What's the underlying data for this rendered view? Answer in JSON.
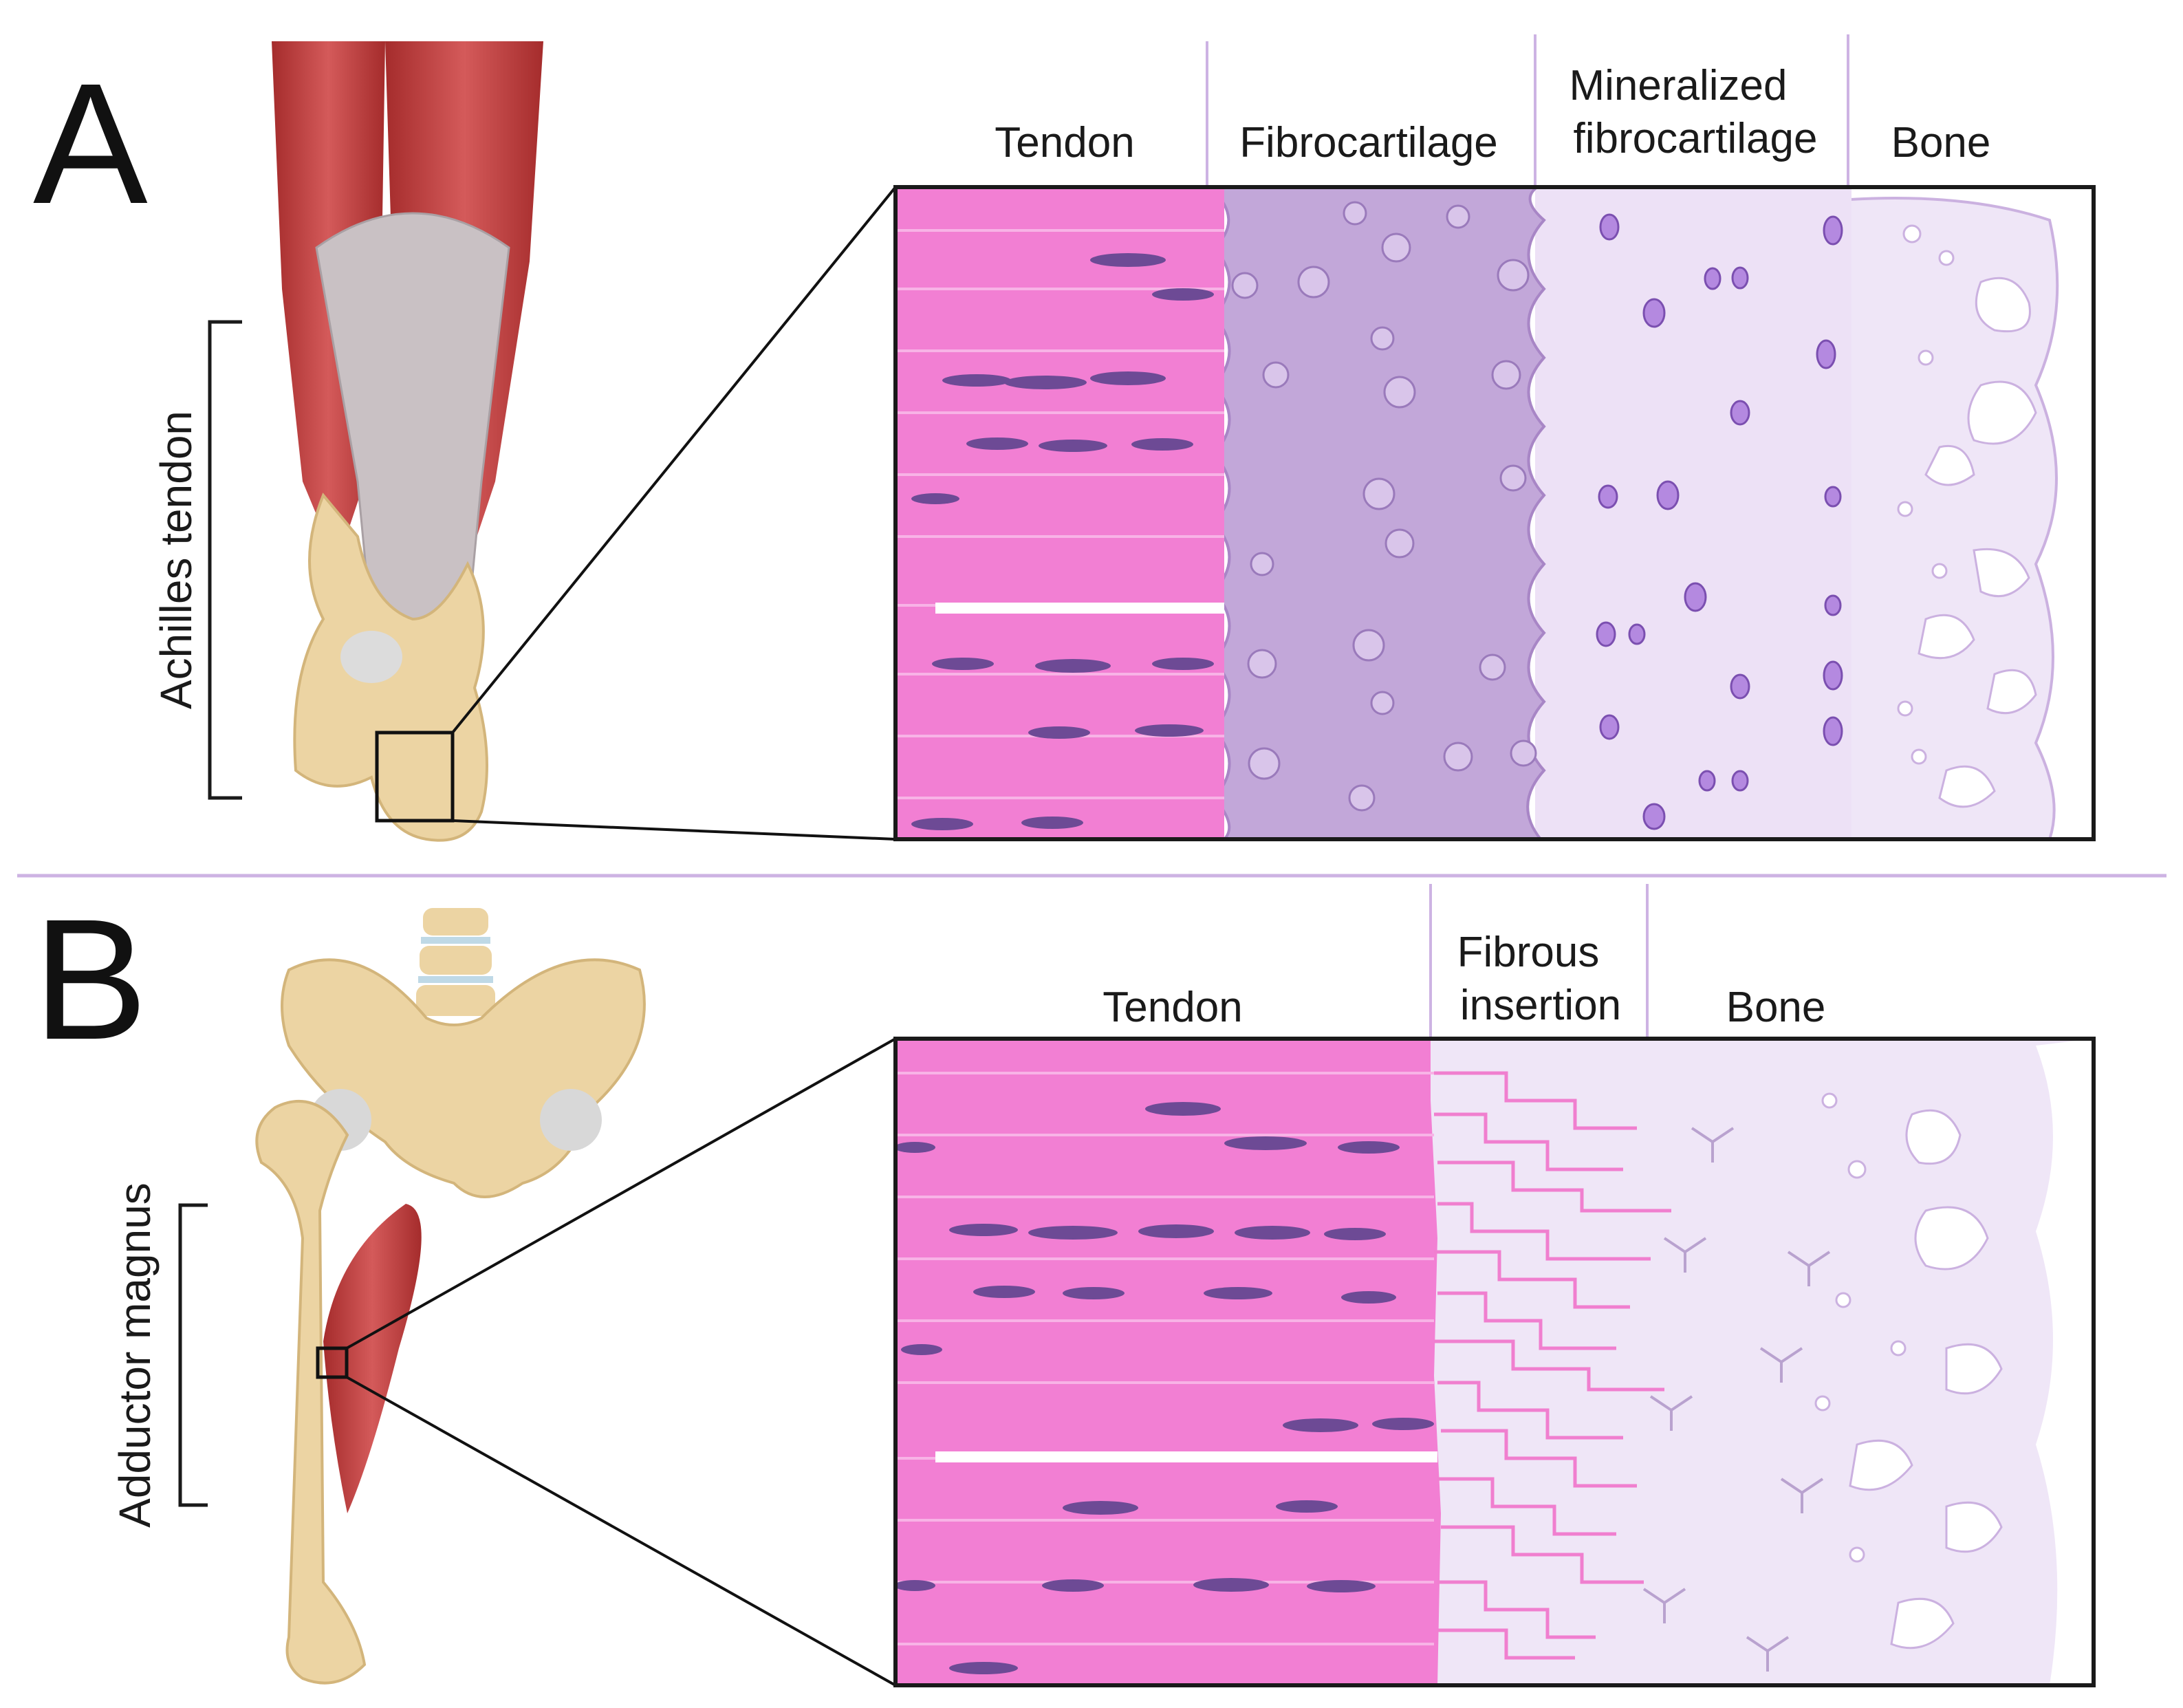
{
  "panels": {
    "a": {
      "letter": "A",
      "structure_label": "Achilles tendon",
      "zones": {
        "tendon": "Tendon",
        "fibrocartilage": "Fibrocartilage",
        "mineralized_line1": "Mineralized",
        "mineralized_line2": "fibrocartilage",
        "bone": "Bone"
      }
    },
    "b": {
      "letter": "B",
      "structure_label": "Adductor magnus",
      "zones": {
        "tendon": "Tendon",
        "fibrous_line1": "Fibrous",
        "fibrous_line2": "insertion",
        "bone": "Bone"
      }
    }
  },
  "colors": {
    "tendon": "#f27fd3",
    "tendon_fiber": "#f8b3e6",
    "tenocyte": "#6d4a95",
    "fibrocartilage": "#c2a7d9",
    "mineralized": "#ede1f6",
    "bone": "#efe6f7",
    "muscle": "#bf3b3b",
    "bone_anatomy": "#ecd4a3",
    "tendon_anatomy": "#c9c1c4",
    "divider": "#cdb3e3",
    "frame": "#1a1a1a"
  }
}
